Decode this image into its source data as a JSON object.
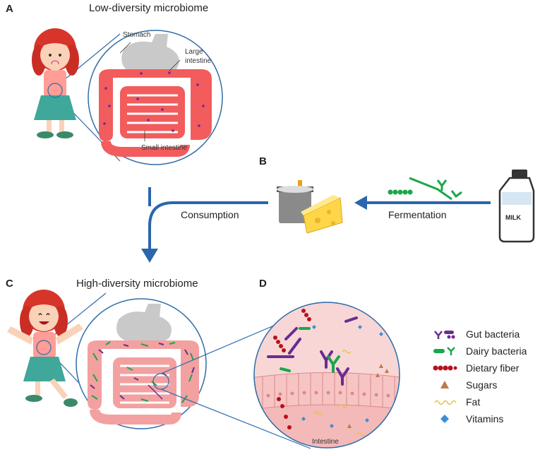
{
  "panels": {
    "a": "A",
    "b": "B",
    "c": "C",
    "d": "D"
  },
  "titles": {
    "low": "Low-diversity microbiome",
    "high": "High-diversity microbiome"
  },
  "organs": {
    "stomach": "Stomach",
    "large_intestine_1": "Large",
    "large_intestine_2": "intestine",
    "small_intestine": "Small intestine",
    "intestine": "Intestine"
  },
  "process": {
    "consumption": "Consumption",
    "fermentation": "Fermentation",
    "milk": "MILK"
  },
  "legend": [
    {
      "label": "Gut bacteria",
      "icon": "gut-bacteria-icon",
      "color": "#6a2c91"
    },
    {
      "label": "Dairy bacteria",
      "icon": "dairy-bacteria-icon",
      "color": "#1aa64a"
    },
    {
      "label": "Dietary fiber",
      "icon": "dietary-fiber-icon",
      "color": "#b5121b"
    },
    {
      "label": "Sugars",
      "icon": "sugars-icon",
      "color": "#c07a4a"
    },
    {
      "label": "Fat",
      "icon": "fat-icon",
      "color": "#e8c23a"
    },
    {
      "label": "Vitamins",
      "icon": "vitamins-icon",
      "color": "#3b8fd6"
    }
  ],
  "colors": {
    "circle_border": "#2f6da8",
    "arrow": "#2a66ad",
    "intestine_low": "#f25c5c",
    "intestine_high": "#f3a0a0",
    "stomach": "#c9c9c9",
    "tissue": "#f7c9c9"
  }
}
